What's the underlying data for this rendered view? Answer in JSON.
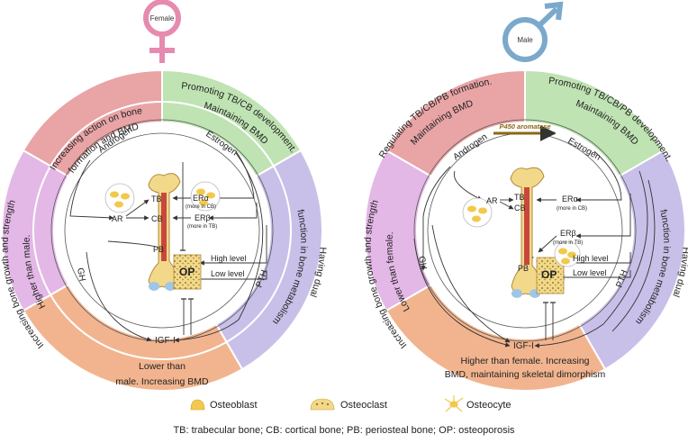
{
  "colors": {
    "pink": "#E9A4A6",
    "green": "#BFE3B3",
    "purple": "#C8C0E8",
    "orange": "#F2B48F",
    "lavender": "#E3B7E6",
    "female_symbol": "#E68AB0",
    "male_symbol": "#7BA9CC",
    "bone": "#F2D98A",
    "arrow": "#333333"
  },
  "female": {
    "symbol_label": "Female",
    "sectors": {
      "top_left": "Increasing action on bone formation and BMD",
      "top_right": "Promoting TB/CB development. Maintaining BMD",
      "right": "Having dual function in bone metabolism",
      "bottom": "Lower than male. Increasing BMD",
      "left": "Higher than male. Increasing bone growth and strength"
    },
    "hormones": {
      "androgen": "Androgen",
      "estrogen": "Estrogen",
      "gh": "GH",
      "pth": "PTH",
      "igf": "IGF-I"
    },
    "receptors": {
      "ar": "AR",
      "era": "ERα",
      "era_note": "(more in CB)",
      "erb": "ERβ",
      "erb_note": "(more in TB)"
    },
    "bone_labels": {
      "tb": "TB",
      "cb": "CB",
      "pb": "PB",
      "op": "OP"
    },
    "levels": {
      "high": "High level",
      "low": "Low level"
    }
  },
  "male": {
    "symbol_label": "Male",
    "sectors": {
      "top_left": "Regulating TB/CB/PB formation. Maintaining BMD",
      "top_right": "Promoting TB/CB/PB development. Maintaining BMD",
      "right": "Having dual function in bone metabolism",
      "bottom": "Higher than female. Increasing BMD, maintaining skeletal dimorphism",
      "left": "Lower than female. Increasing bone growth and strength"
    },
    "aromatase": "P450 aromatase",
    "hormones": {
      "androgen": "Androgen",
      "estrogen": "Estrogen",
      "gh": "GH",
      "pth": "PTH",
      "igf": "IGF-I"
    },
    "receptors": {
      "ar": "AR",
      "era": "ERα",
      "era_note": "(more in CB)",
      "erb": "ERβ",
      "erb_note": "(more in TB)"
    },
    "bone_labels": {
      "tb": "TB",
      "cb": "CB",
      "pb": "PB",
      "op": "OP"
    },
    "levels": {
      "high": "High level",
      "low": "Low level"
    }
  },
  "legend": {
    "osteoblast": "Osteoblast",
    "osteoclast": "Osteoclast",
    "osteocyte": "Osteocyte"
  },
  "footnote": "TB: trabecular bone; CB: cortical bone; PB: periosteal bone; OP: osteoporosis"
}
